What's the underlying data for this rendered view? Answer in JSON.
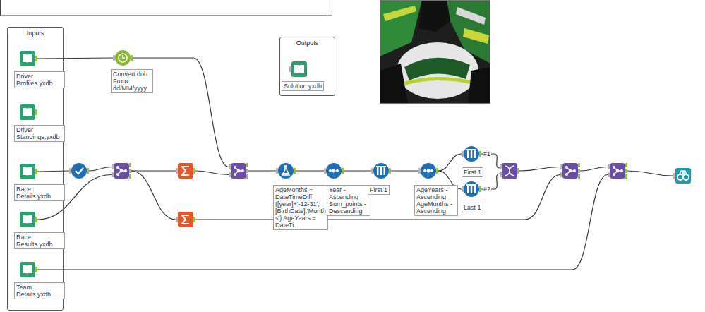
{
  "diagram": {
    "nodes": [
      {
        "text": [
          "Inputs"
        ]
      },
      {
        "text": [
          "Driver Profiles.yxdb"
        ],
        "in": 0
      },
      {
        "text": [
          "Driver Standings.yxdb"
        ],
        "in": 0
      },
      {
        "text": [
          "Race Details.yxdb"
        ],
        "in": 0
      },
      {
        "text": [
          "Race Results.yxdb"
        ],
        "in": 0
      },
      {
        "text": [
          "Team Details.yxdb"
        ],
        "in": 0
      },
      {
        "text": [
          "Outputs"
        ]
      },
      {
        "text": [
          "Solution.yxdb"
        ],
        "in": 6
      },
      {
        "text": [
          "Convert dob From: dd/MM/yyyy"
        ]
      },
      {
        "text": []
      },
      {
        "text": []
      },
      {
        "text": []
      },
      {
        "text": []
      },
      {
        "text": []
      },
      {
        "text": [
          "AgeMonths = DateTimeDiff ([year]+'-12-31', [BirthDate],'Months') AgeYears = DateTi..."
        ]
      },
      {
        "text": [
          "Year - Ascending Sum_points - Descending"
        ]
      },
      {
        "text": [
          "First 1"
        ]
      },
      {
        "text": [
          "AgeYears - Ascending AgeMonths - Ascending"
        ]
      },
      {
        "text": [
          "First 1"
        ]
      },
      {
        "text": [
          "Last 1"
        ]
      },
      {
        "text": []
      },
      {
        "text": []
      },
      {
        "text": []
      },
      {
        "text": []
      }
    ],
    "edges": [
      {
        "from": 1,
        "to": 8,
        "arrow": "none"
      },
      {
        "from": 8,
        "to": 13,
        "arrow": "none"
      },
      {
        "from": 3,
        "to": 9,
        "arrow": "none"
      },
      {
        "from": 9,
        "to": 10,
        "arrow": "none"
      },
      {
        "from": 4,
        "to": 10,
        "arrow": "none"
      },
      {
        "from": 10,
        "to": 11,
        "arrow": "none"
      },
      {
        "from": 10,
        "to": 12,
        "arrow": "none"
      },
      {
        "from": 11,
        "to": 13,
        "arrow": "none"
      },
      {
        "from": 13,
        "to": 14,
        "arrow": "none"
      },
      {
        "from": 14,
        "to": 15,
        "arrow": "none"
      },
      {
        "from": 15,
        "to": 16,
        "arrow": "none"
      },
      {
        "from": 16,
        "to": 17,
        "arrow": "none"
      },
      {
        "from": 17,
        "to": 18,
        "arrow": "none"
      },
      {
        "from": 17,
        "to": 19,
        "arrow": "none"
      },
      {
        "from": 18,
        "to": 20,
        "label": "#1",
        "arrow": "none"
      },
      {
        "from": 19,
        "to": 20,
        "label": "#2",
        "arrow": "none"
      },
      {
        "from": 20,
        "to": 21,
        "arrow": "none"
      },
      {
        "from": 12,
        "to": 21,
        "arrow": "none"
      },
      {
        "from": 21,
        "to": 22,
        "arrow": "none"
      },
      {
        "from": 5,
        "to": 22,
        "arrow": "none"
      },
      {
        "from": 22,
        "to": 23,
        "arrow": "none"
      }
    ]
  }
}
